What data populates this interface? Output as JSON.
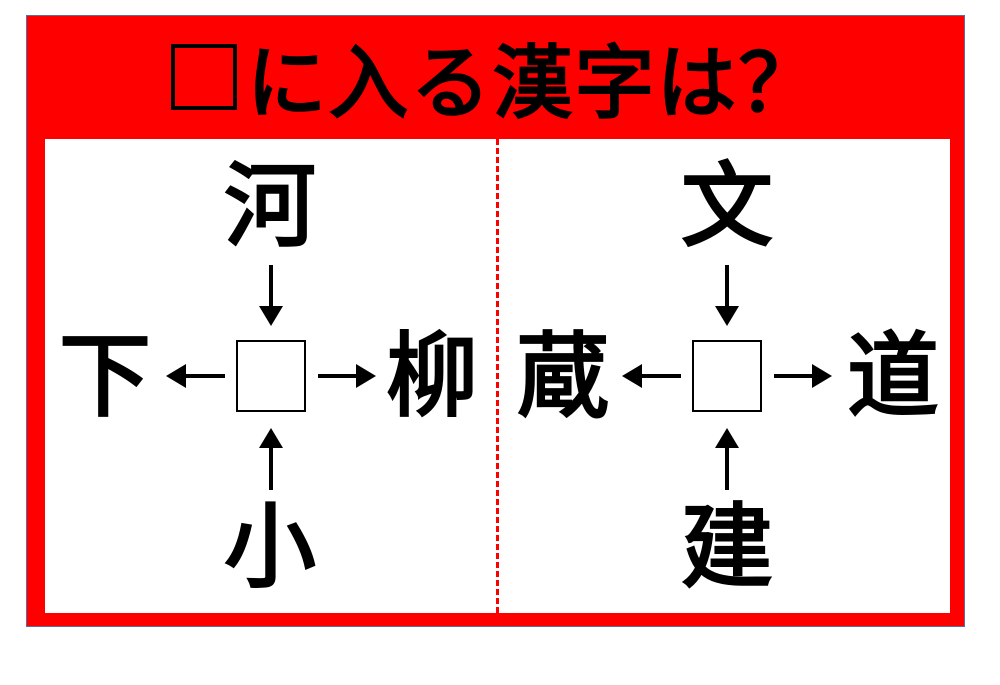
{
  "title": {
    "blank_symbol": "□",
    "text": "に入る漢字は？"
  },
  "puzzles": [
    {
      "top": "河",
      "left": "下",
      "right": "柳",
      "bottom": "小"
    },
    {
      "top": "文",
      "left": "蔵",
      "right": "道",
      "bottom": "建"
    }
  ],
  "colors": {
    "frame": "#ff0000",
    "text": "#000000",
    "panel": "#ffffff"
  }
}
